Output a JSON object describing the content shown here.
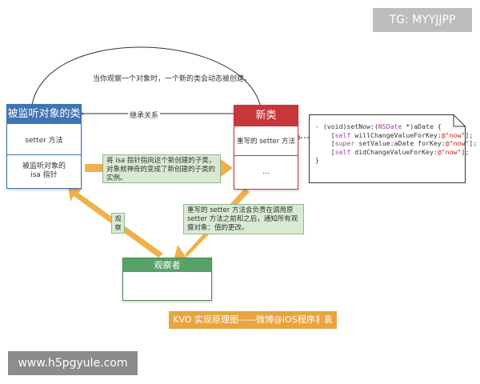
{
  "watermarks": {
    "top_right": "TG: MYYJJPP",
    "bottom_left": "www.h5pgyule.com"
  },
  "notes": {
    "top": "当你观察一个对象时，一个新的类会动态被创建。",
    "inheritance": "继承关系",
    "isa": "将 isa 指针指向这个新创建的子类，对象就神奇的变成了新创建的子类的实例。",
    "observe": "观察",
    "setter": "重写的 setter 方法会负责在调用原 setter 方法之前和之后，通知所有观察对象：值的更改。"
  },
  "observed_class": {
    "title": "被监听对象的类",
    "setter": "setter 方法",
    "isa_line1": "被监听对象的",
    "isa_line2": "isa 指针"
  },
  "new_class": {
    "title": "新类",
    "setter": "重写的 setter 方法",
    "ellipsis": "..."
  },
  "observer": {
    "title": "观察者"
  },
  "code": {
    "line1_prefix": "- (void)setNow:(",
    "line1_type": "NSDate",
    "line1_suffix": " *)aDate {",
    "line2_self": "self",
    "line2_mid": " willChangeValueForKey:",
    "line2_str": "@\"now\"",
    "line3_super": "super",
    "line3_mid": " setValue:aDate forKey:",
    "line3_str": "@\"now\"",
    "line4_self": "self",
    "line4_mid": " didChangeValueForKey:",
    "line4_str": "@\"now\"",
    "line5": "}"
  },
  "caption": "KVO 实现原理图——微博@iOS程序犭袁",
  "colors": {
    "blue": "#3f74b3",
    "red": "#c8353a",
    "green": "#58a168",
    "orange": "#f0b04a",
    "note_green": "#d9ead3",
    "caption": "#e8a53f"
  }
}
